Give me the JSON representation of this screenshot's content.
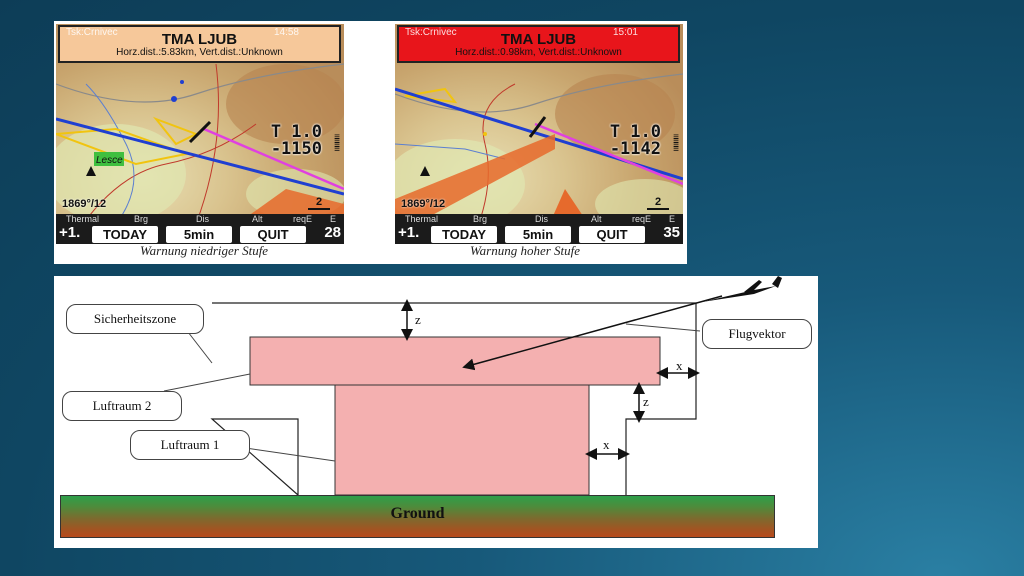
{
  "screens": {
    "left": {
      "task_label": "Tsk:Crnivec",
      "clock": "14:58",
      "airspace_name": "TMA LJUB",
      "distance_info": "Horz.dist.:5.83km, Vert.dist.:Unknown",
      "vario_top": "T 1.0",
      "vario_bottom": "-1150",
      "altitude_readout": "1869°/12",
      "scale_label": "2",
      "waypoint_label": "Lesce",
      "nav_labels": [
        "Thermal",
        "Brg",
        "Dis",
        "Alt",
        "reqE",
        "E"
      ],
      "nav_left_value": "+1.",
      "nav_right_value": "28",
      "buttons": [
        "TODAY",
        "5min",
        "QUIT"
      ],
      "caption": "Warnung niedriger Stufe",
      "warning_color": "#f6c89a"
    },
    "right": {
      "task_label": "Tsk:Crnivec",
      "clock": "15:01",
      "airspace_name": "TMA LJUB",
      "distance_info": "Horz.dist.:0.98km, Vert.dist.:Unknown",
      "vario_top": "T 1.0",
      "vario_bottom": "-1142",
      "altitude_readout": "1869°/12",
      "scale_label": "2",
      "nav_labels": [
        "Thermal",
        "Brg",
        "Dis",
        "Alt",
        "reqE",
        "E"
      ],
      "nav_left_value": "+1.",
      "nav_right_value": "35",
      "buttons": [
        "TODAY",
        "5min",
        "QUIT"
      ],
      "caption": "Warnung hoher Stufe",
      "warning_color": "#e8151b"
    }
  },
  "diagram": {
    "callouts": {
      "safety_zone": "Sicherheitszone",
      "airspace_2": "Luftraum 2",
      "airspace_1": "Luftraum 1",
      "flight_vector": "Flugvektor"
    },
    "dimension_labels": {
      "z_top": "z",
      "x_upper": "x",
      "z_lower": "z",
      "x_lower": "x"
    },
    "ground_label": "Ground",
    "colors": {
      "airspace_fill": "#f4b0b0",
      "ground_top": "#2e9f4a",
      "ground_bottom": "#b84a1c"
    }
  }
}
